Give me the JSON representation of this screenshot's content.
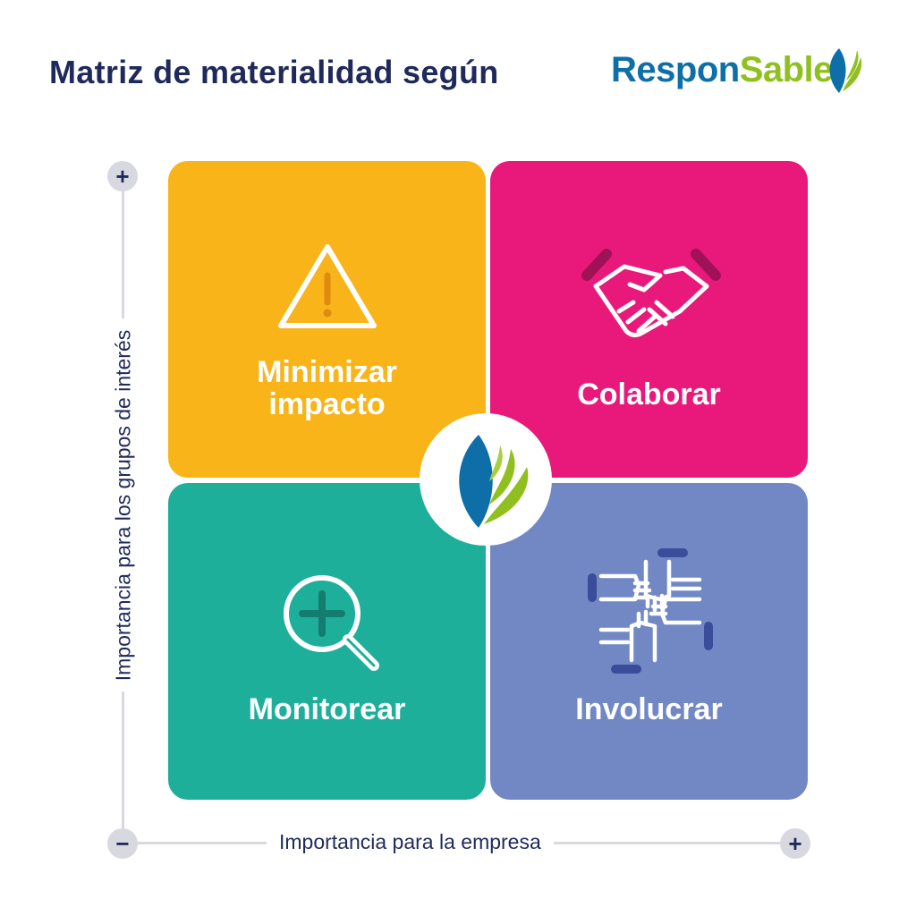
{
  "title": "Matriz de materialidad según",
  "brand": {
    "part1": "Respon",
    "part2": "Sable",
    "color_blue": "#0e6fa8",
    "color_green": "#8fc01f"
  },
  "quadrants": [
    {
      "label_line1": "Minimizar",
      "label_line2": "impacto",
      "color": "#f8b418",
      "icon": "warning-icon"
    },
    {
      "label": "Colaborar",
      "color": "#e8197b",
      "icon": "handshake-icon"
    },
    {
      "label": "Monitorear",
      "color": "#1eaf9b",
      "icon": "magnifier-plus-icon"
    },
    {
      "label": "Involucrar",
      "color": "#7188c4",
      "icon": "joined-hands-icon"
    }
  ],
  "axes": {
    "y_label": "Importancia para los grupos de interés",
    "x_label": "Importancia para la empresa",
    "y_top_symbol": "+",
    "origin_symbol": "−",
    "x_right_symbol": "+"
  }
}
